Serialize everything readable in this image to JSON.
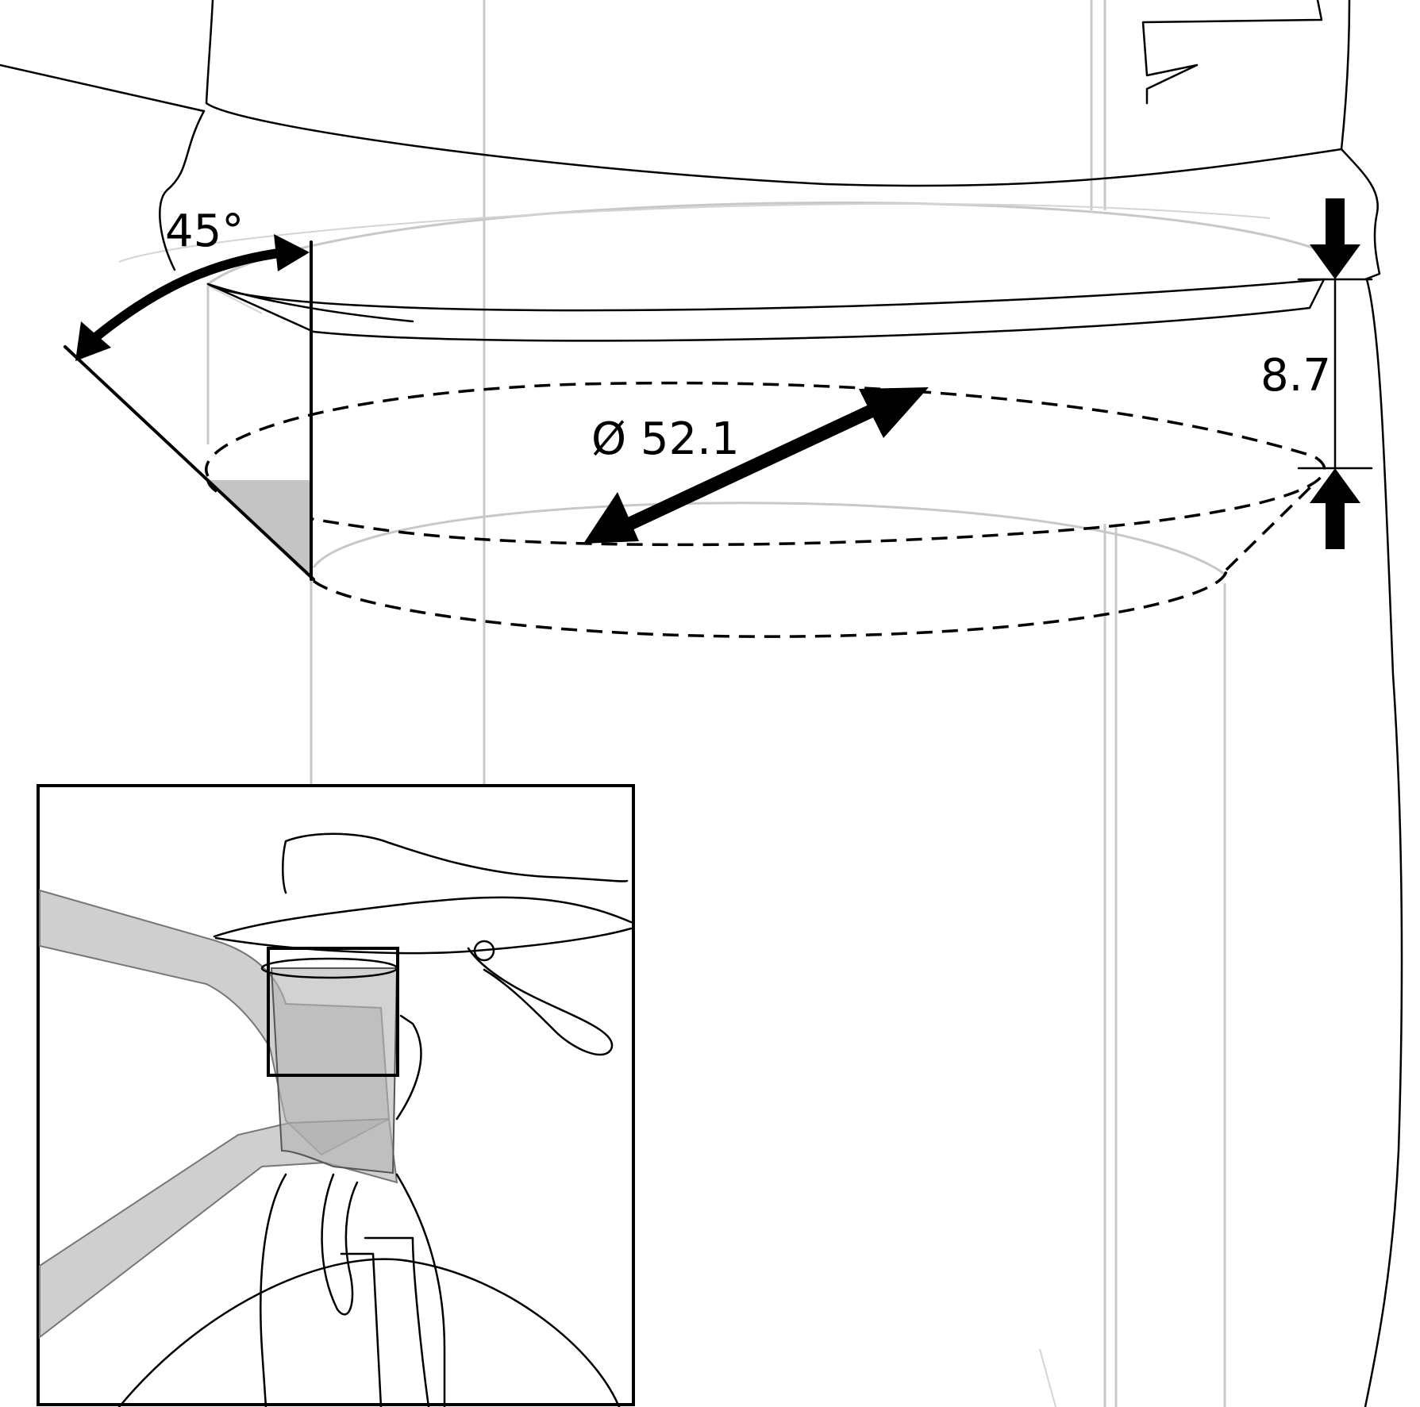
{
  "annotations": {
    "angle_label": "45°",
    "diameter_label": "Ø 52.1",
    "height_label": "8.7"
  },
  "colors": {
    "line": "#000000",
    "ghost_line": "#c8c8c8",
    "shade": "#c4c4c4",
    "inset_shade": "#a8a8a8"
  }
}
